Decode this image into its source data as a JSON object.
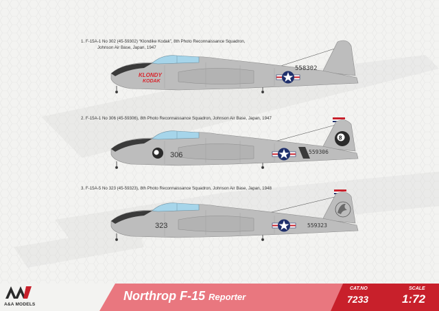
{
  "profiles": [
    {
      "caption_line1": "1. F-15A-1 No 302 (45-59302) “Klondike Kodak”, 8th Photo Reconnaissance Squadron,",
      "caption_line2": "Johnson Air Base, Japan, 1947",
      "fuselage_number": "",
      "tail_number": "558302",
      "nose_art_line1": "KLONDY",
      "nose_art_line2": "KODAK"
    },
    {
      "caption_line1": "2. F-15A-1 No 306 (45-59306), 8th Photo Reconnaissance Squadron, Johnson Air Base, Japan, 1947",
      "fuselage_number": "306",
      "tail_number": "559306",
      "tail_emblem": "8"
    },
    {
      "caption_line1": "3. F-15A-5 No 323 (45-59323), 8th Photo Reconnaissance Squadron, Johnson Air Base, Japan, 1948",
      "fuselage_number": "323",
      "tail_number": "559323"
    }
  ],
  "footer": {
    "brand": "A&A MODELS",
    "title_main": "Northrop F-15",
    "title_sub": "Reporter",
    "cat_label": "CAT.NO",
    "cat_value": "7233",
    "scale_label": "SCALE",
    "scale_value": "1:72"
  },
  "colors": {
    "background": "#f3f3f1",
    "footer_pink": "#e9777f",
    "footer_red": "#c8202b",
    "aircraft_silver": "#bdbdbd",
    "anti_glare": "#3a3a3a",
    "canopy": "#a6d5ea",
    "nose_art_red": "#d8262d"
  }
}
